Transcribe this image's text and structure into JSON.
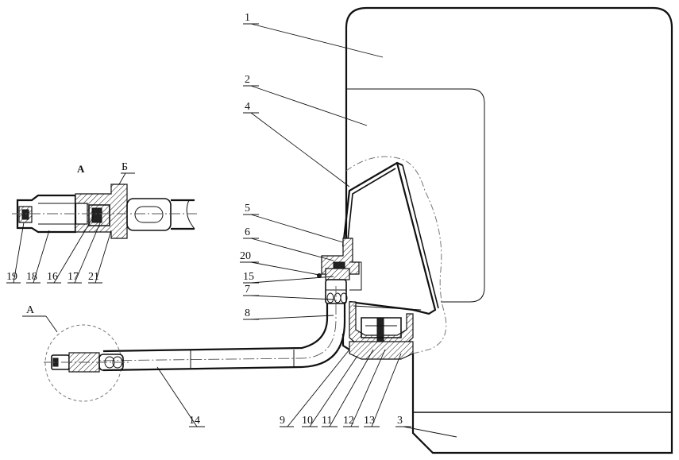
{
  "detail_view": {
    "title": "А",
    "section_mark": "Б"
  },
  "callout_circle": {
    "label": "А"
  },
  "labels": [
    {
      "id": "1",
      "text": "1"
    },
    {
      "id": "2",
      "text": "2"
    },
    {
      "id": "3",
      "text": "3"
    },
    {
      "id": "4",
      "text": "4"
    },
    {
      "id": "5",
      "text": "5"
    },
    {
      "id": "6",
      "text": "6"
    },
    {
      "id": "7",
      "text": "7"
    },
    {
      "id": "8",
      "text": "8"
    },
    {
      "id": "9",
      "text": "9"
    },
    {
      "id": "10",
      "text": "10"
    },
    {
      "id": "11",
      "text": "11"
    },
    {
      "id": "12",
      "text": "12"
    },
    {
      "id": "13",
      "text": "13"
    },
    {
      "id": "14",
      "text": "14"
    },
    {
      "id": "15",
      "text": "15"
    },
    {
      "id": "16",
      "text": "16"
    },
    {
      "id": "17",
      "text": "17"
    },
    {
      "id": "18",
      "text": "18"
    },
    {
      "id": "19",
      "text": "19"
    },
    {
      "id": "20",
      "text": "20"
    },
    {
      "id": "21",
      "text": "21"
    }
  ]
}
